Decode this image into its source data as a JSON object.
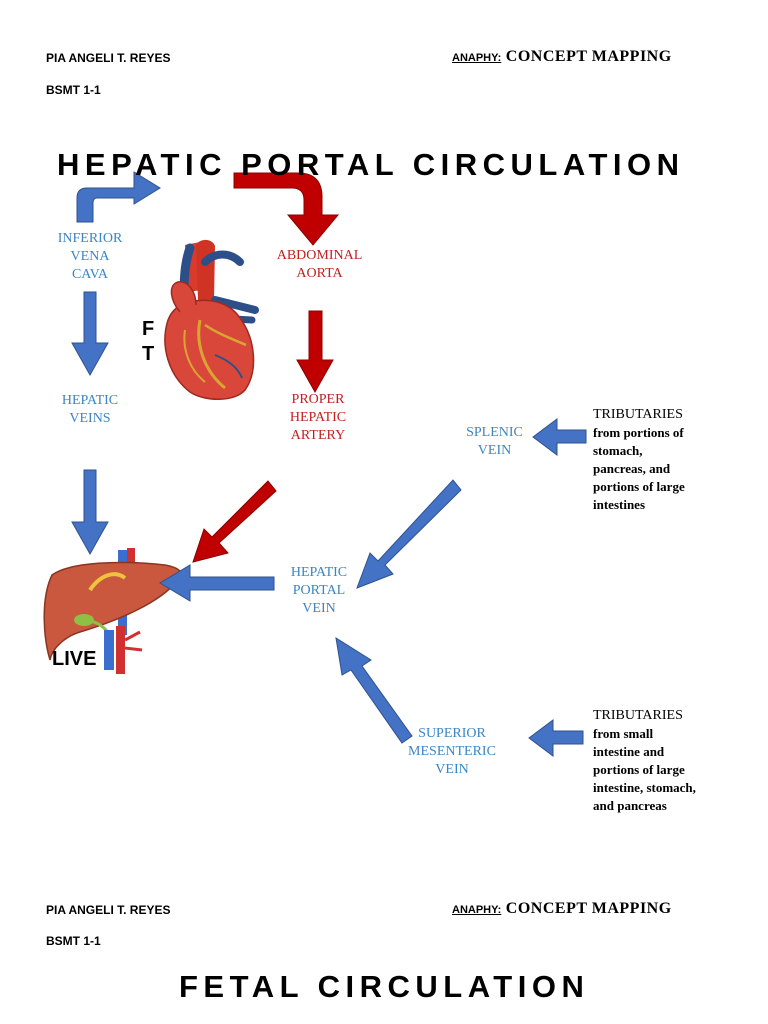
{
  "header_top": {
    "student_name": "PIA ANGELI T. REYES",
    "section": "BSMT 1-1",
    "subject": "ANAPHY:",
    "activity": "CONCEPT MAPPING"
  },
  "title_top": "HEPATIC PORTAL CIRCULATION",
  "nodes": {
    "inferior_vena_cava": "INFERIOR\nVENA\nCAVA",
    "abdominal_aorta": "ABDOMINAL\nAORTA",
    "hepatic_veins": "HEPATIC\nVEINS",
    "proper_hepatic_artery": "PROPER\nHEPATIC\nARTERY",
    "splenic_vein": "SPLENIC\nVEIN",
    "hepatic_portal_vein": "HEPATIC\nPORTAL\nVEIN",
    "superior_mesenteric_vein": "SUPERIOR\nMESENTERIC\nVEIN"
  },
  "tributaries_1": {
    "heading": "TRIBUTARIES",
    "lines": [
      "from portions of",
      "stomach,",
      "pancreas, and",
      "portions of large",
      "intestines"
    ]
  },
  "tributaries_2": {
    "heading": "TRIBUTARIES",
    "lines": [
      "from small",
      "intestine and",
      "portions of large",
      "intestine, stomach,",
      "and pancreas"
    ]
  },
  "hidden_labels": {
    "heart_partial_1": "F",
    "heart_partial_2": "T",
    "liver_partial": "LIVE"
  },
  "header_bottom": {
    "student_name": "PIA ANGELI T. REYES",
    "section": "BSMT 1-1",
    "subject": "ANAPHY:",
    "activity": "CONCEPT MAPPING"
  },
  "title_bottom": "FETAL CIRCULATION",
  "colors": {
    "blue_arrow": "#4472c4",
    "red_arrow": "#c00000",
    "blue_text": "#3a86c6",
    "red_text": "#c21f1f"
  }
}
